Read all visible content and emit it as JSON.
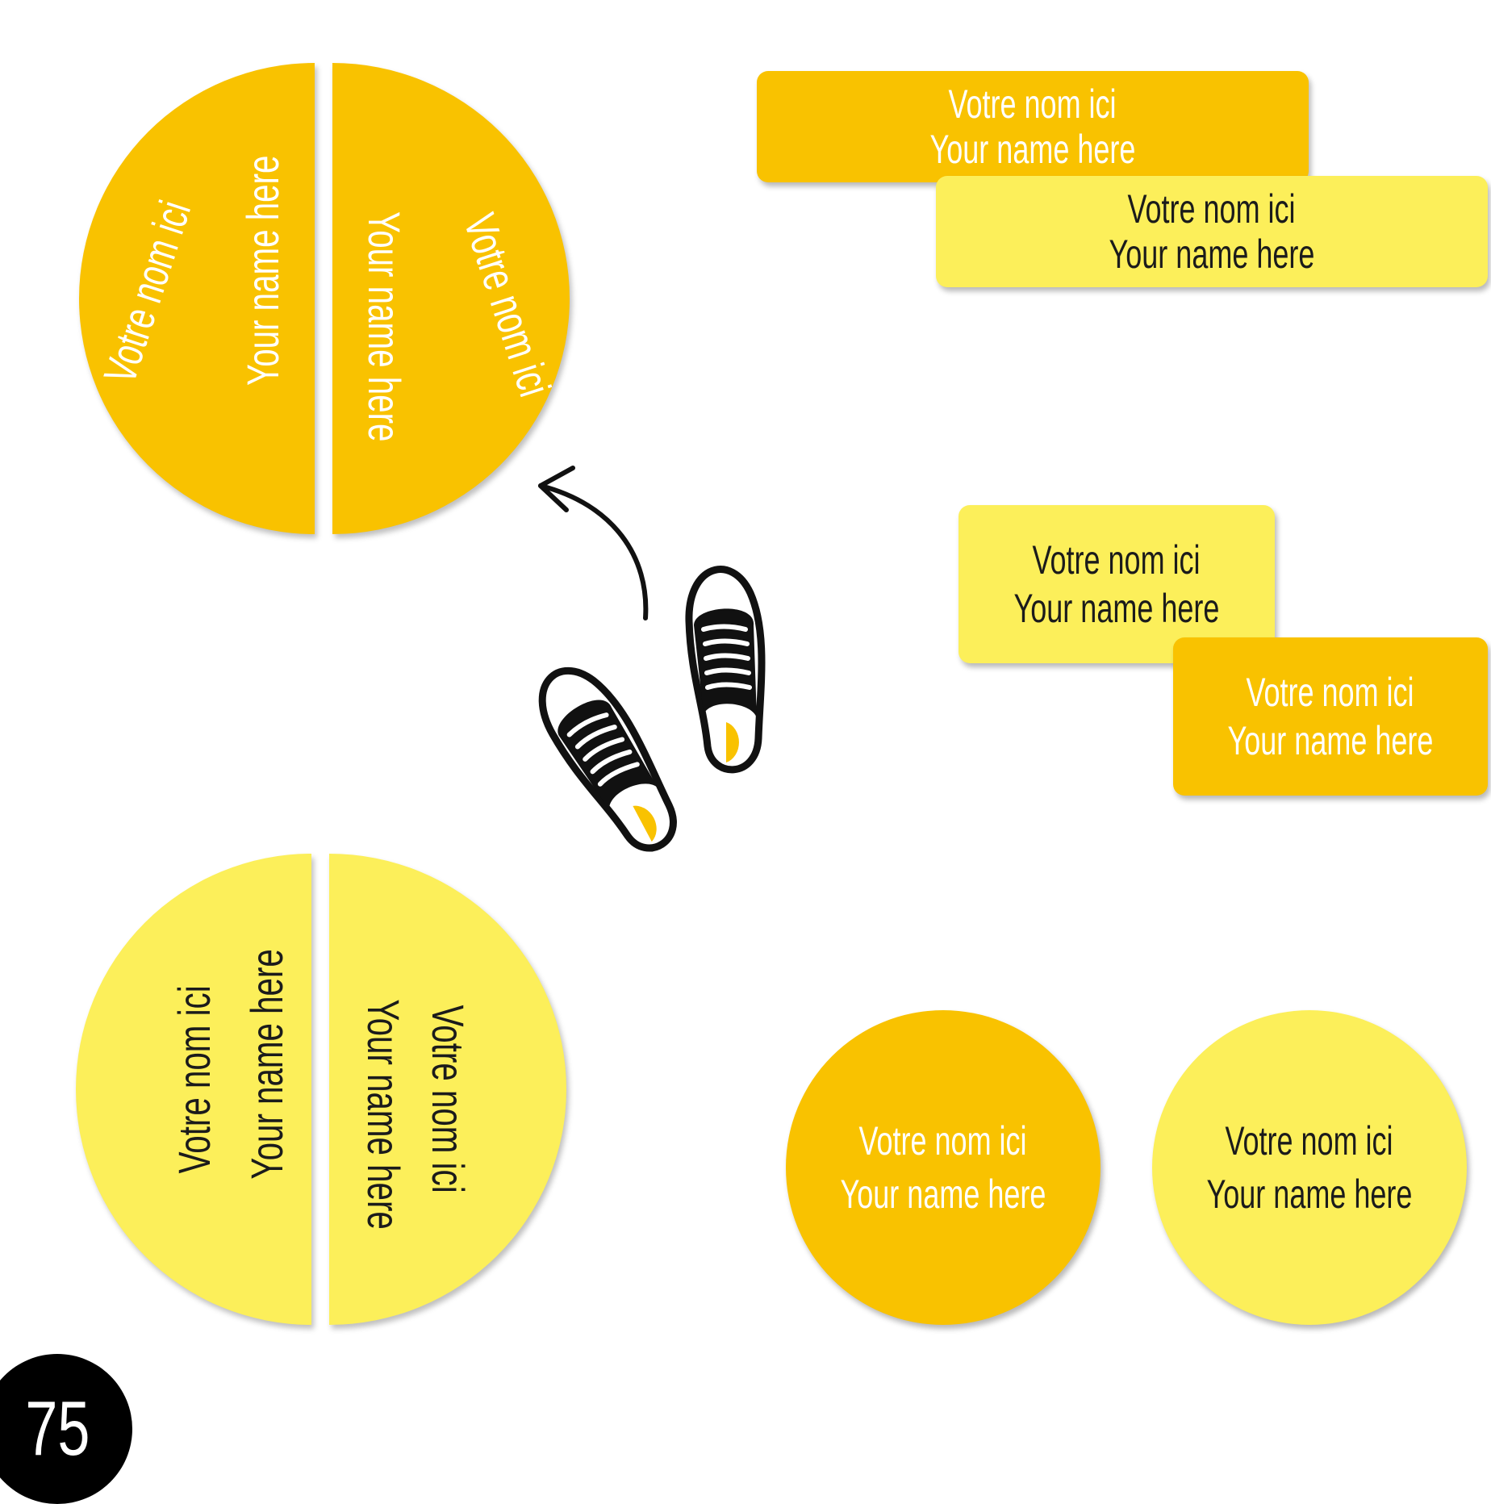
{
  "labels": {
    "fr": "Votre nom ici",
    "en": "Your name here"
  },
  "badge": {
    "number": "75"
  },
  "colors": {
    "orange": "#F9C200",
    "yellow": "#FCEF5A",
    "dark_text": "#1b1b1b",
    "light_text": "#ffffff"
  },
  "icons": [
    "shoes-icon",
    "curved-arrow-icon"
  ]
}
